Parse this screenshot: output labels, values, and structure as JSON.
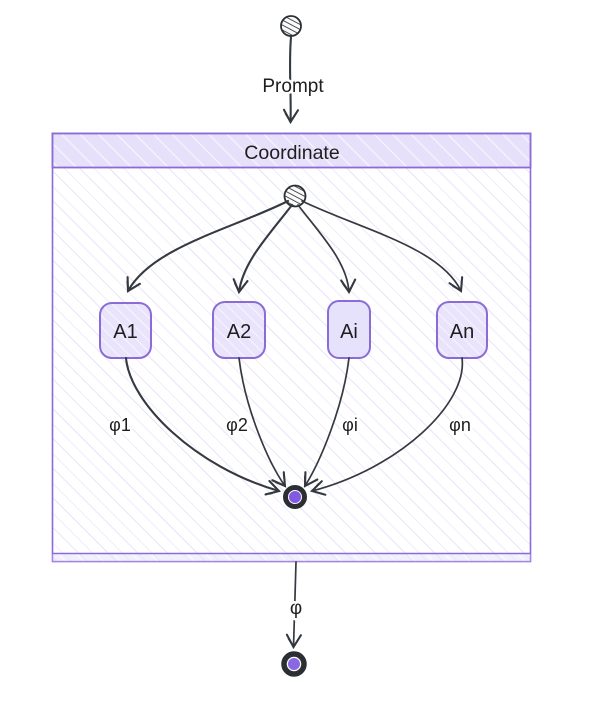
{
  "diagram": {
    "prompt_label": "Prompt",
    "container_title": "Coordinate",
    "agents": [
      {
        "label": "A1"
      },
      {
        "label": "A2"
      },
      {
        "label": "Ai"
      },
      {
        "label": "An"
      }
    ],
    "edge_labels": [
      "φ1",
      "φ2",
      "φi",
      "φn"
    ],
    "output_label": "φ",
    "icons": {
      "start_node": "hatched-circle-icon",
      "fanout_node": "hatched-circle-icon",
      "merge_node": "ring-purple-core-icon",
      "final_node": "ring-purple-core-icon"
    },
    "colors": {
      "accent_purple": "#8b6bd8",
      "header_fill": "#e6e0fa",
      "box_fill": "#e9e4fb",
      "node_core_purple": "#8159e3",
      "final_core_purple": "#8a68e4",
      "stroke_dark": "#343a40",
      "text": "#1e1e1e"
    }
  }
}
